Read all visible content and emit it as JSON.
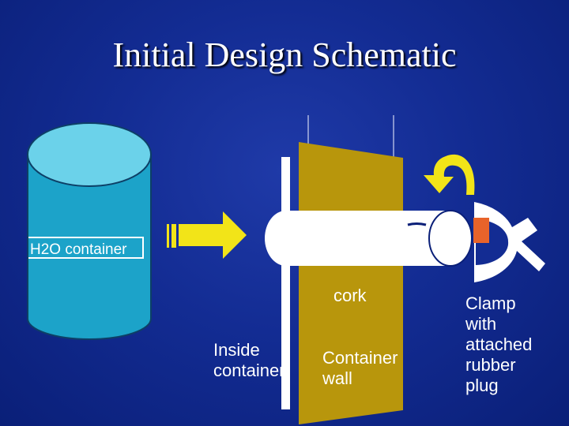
{
  "slide": {
    "title": "Initial Design Schematic",
    "container_label": "H2O container",
    "cork_label": "cork",
    "inside_label": [
      "Inside",
      "container"
    ],
    "wall_label": [
      "Container",
      "wall"
    ],
    "clamp_label": [
      "Clamp",
      "with",
      "attached",
      "rubber",
      "plug"
    ]
  },
  "colors": {
    "background": "#132c93",
    "cylinder": "#1ca3c9",
    "cylinder_top": "#6bd2ea",
    "cork": "#b8960c",
    "arrow": "#f2e418",
    "plug": "#e8632a",
    "pipe": "#ffffff",
    "text": "#ffffff"
  }
}
